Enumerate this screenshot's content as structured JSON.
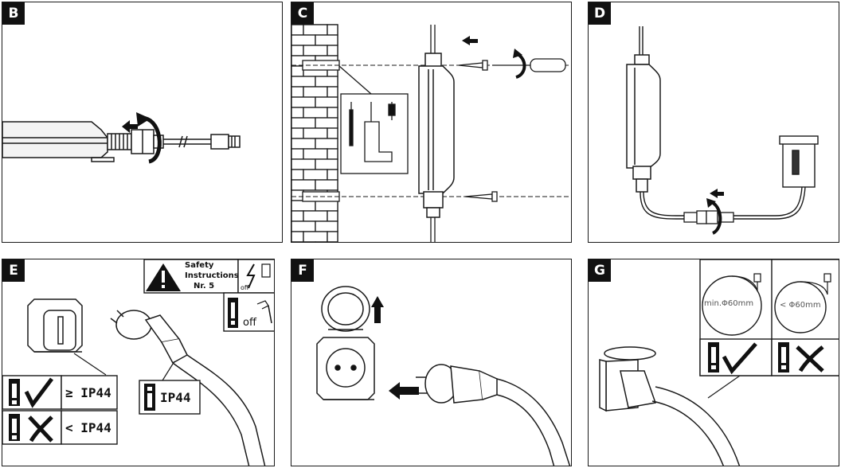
{
  "panels": {
    "b": {
      "letter": "B"
    },
    "c": {
      "letter": "C"
    },
    "d": {
      "letter": "D"
    },
    "e": {
      "letter": "E",
      "safety_line1": "Safety",
      "safety_line2": "Instructions",
      "safety_line3": "Nr. 5",
      "off_small": "off",
      "off_large": "off",
      "ge_ip44": "≥ IP44",
      "lt_ip44": "< IP44",
      "ip44": "IP44"
    },
    "f": {
      "letter": "F"
    },
    "g": {
      "letter": "G",
      "min_label": "min.Φ60mm",
      "lt_label": "< Φ60mm"
    }
  }
}
